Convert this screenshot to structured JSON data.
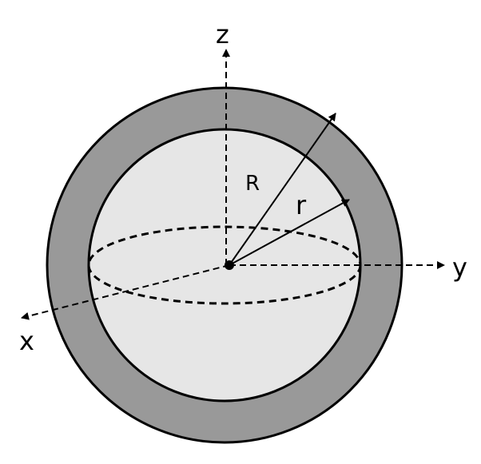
{
  "labels": {
    "z_axis": "z",
    "y_axis": "y",
    "x_axis": "x",
    "outer_radius": "R",
    "inner_radius": "r"
  },
  "colors": {
    "shell": "#999999",
    "inner_sphere": "#e6e6e6",
    "stroke": "#000000"
  }
}
